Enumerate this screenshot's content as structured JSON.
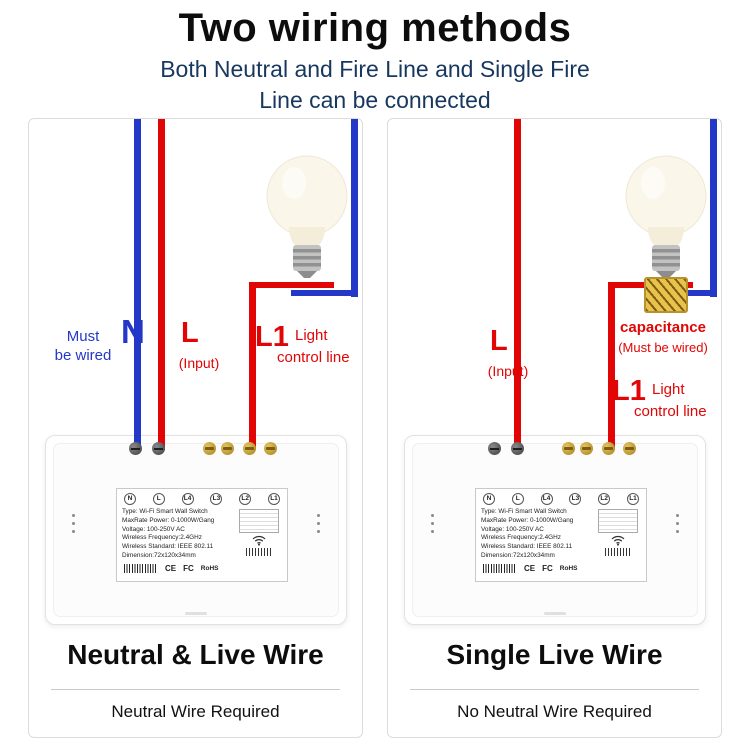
{
  "header": {
    "title": "Two wiring methods",
    "subtitle": [
      "Both Neutral and Fire Line and Single Fire",
      "Line can be connected"
    ]
  },
  "panels": {
    "left": {
      "must_line1": "Must",
      "must_line2": "be wired",
      "n_label": "N",
      "l_label": "L",
      "l_sub": "(Input)",
      "l1_label": "L1",
      "l1_sub1": "Light",
      "l1_sub2": "control line",
      "heading": "Neutral & Live Wire",
      "requirement": "Neutral Wire Required"
    },
    "right": {
      "l_label": "L",
      "l_sub": "(Input)",
      "cap_label": "capacitance",
      "cap_sub": "(Must be wired)",
      "l1_label": "L1",
      "l1_sub1": "Light",
      "l1_sub2": "control line",
      "heading": "Single Live Wire",
      "requirement": "No Neutral Wire Required"
    }
  },
  "switch_label": {
    "terminals": [
      "N",
      "L",
      "L4",
      "L3",
      "L2",
      "L1"
    ],
    "specs": [
      "Type: Wi-Fi Smart Wall Switch",
      "MaxRate Power: 0-1000W/Gang",
      "Voltage: 100-250V AC",
      "Wireless Frequency:2.4GHz",
      "Wireless Standard: IEEE 802.11",
      "Dimension:72x120x34mm"
    ],
    "certs": [
      "CE",
      "FC",
      "RoHS"
    ]
  },
  "colors": {
    "wire_red": "#e10505",
    "wire_blue": "#2438c8",
    "subtitle_navy": "#17375e",
    "capacitor_yellow": "#e8c24b"
  }
}
